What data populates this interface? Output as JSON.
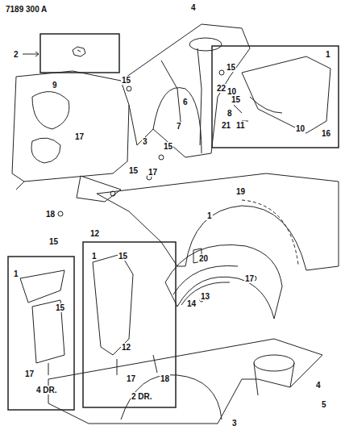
{
  "diagram": {
    "labels": [
      "7189 300 A",
      "2",
      "4",
      "9",
      "15",
      "15",
      "22",
      "1",
      "6",
      "10",
      "15",
      "10",
      "7",
      "8",
      "11",
      "21",
      "16",
      "17",
      "3",
      "15",
      "17",
      "15",
      "18",
      "15",
      "12",
      "19",
      "1",
      "20",
      "17",
      "14",
      "13",
      "1",
      "15",
      "1",
      "15",
      "12",
      "17",
      "18",
      "17",
      "4 DR.",
      "2 DR.",
      "4",
      "5",
      "3"
    ]
  }
}
